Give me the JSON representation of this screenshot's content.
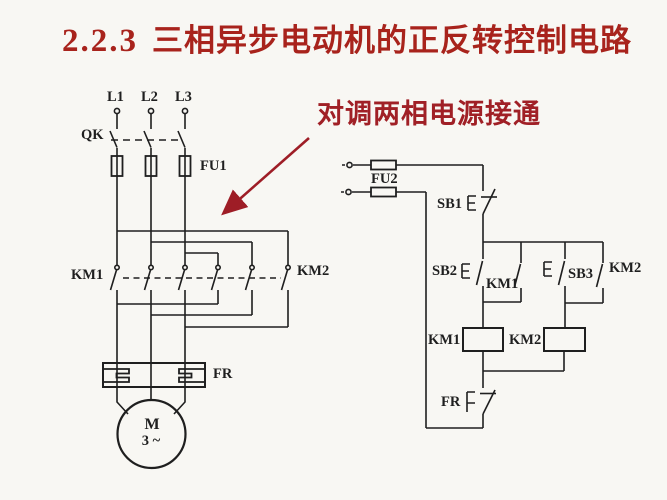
{
  "slide": {
    "title_number": "2.2.3",
    "title_text": "三相异步电动机的正反转控制电路"
  },
  "annotation": {
    "text": "对调两相电源接通"
  },
  "main_circuit": {
    "phase_labels": [
      "L1",
      "L2",
      "L3"
    ],
    "knife_switch_label": "QK",
    "fuse_label": "FU1",
    "forward_contactor_label": "KM1",
    "reverse_contactor_label": "KM2",
    "thermal_relay_label": "FR",
    "motor_letter": "M",
    "motor_phase_text": "3 ~"
  },
  "control_circuit": {
    "fuse_label": "FU2",
    "stop_button_label": "SB1",
    "forward_start_button_label": "SB2",
    "forward_seal_in_label": "KM1",
    "reverse_start_button_label": "SB3",
    "reverse_seal_in_label": "KM2",
    "forward_coil_label": "KM1",
    "reverse_coil_label": "KM2",
    "thermal_contact_label": "FR"
  },
  "colors": {
    "title_red": "#a8231c",
    "annotation_red": "#a02026",
    "arrow_red": "#9e1d26",
    "line_color": "#1f1f1f",
    "background": "#f8f7f3"
  }
}
